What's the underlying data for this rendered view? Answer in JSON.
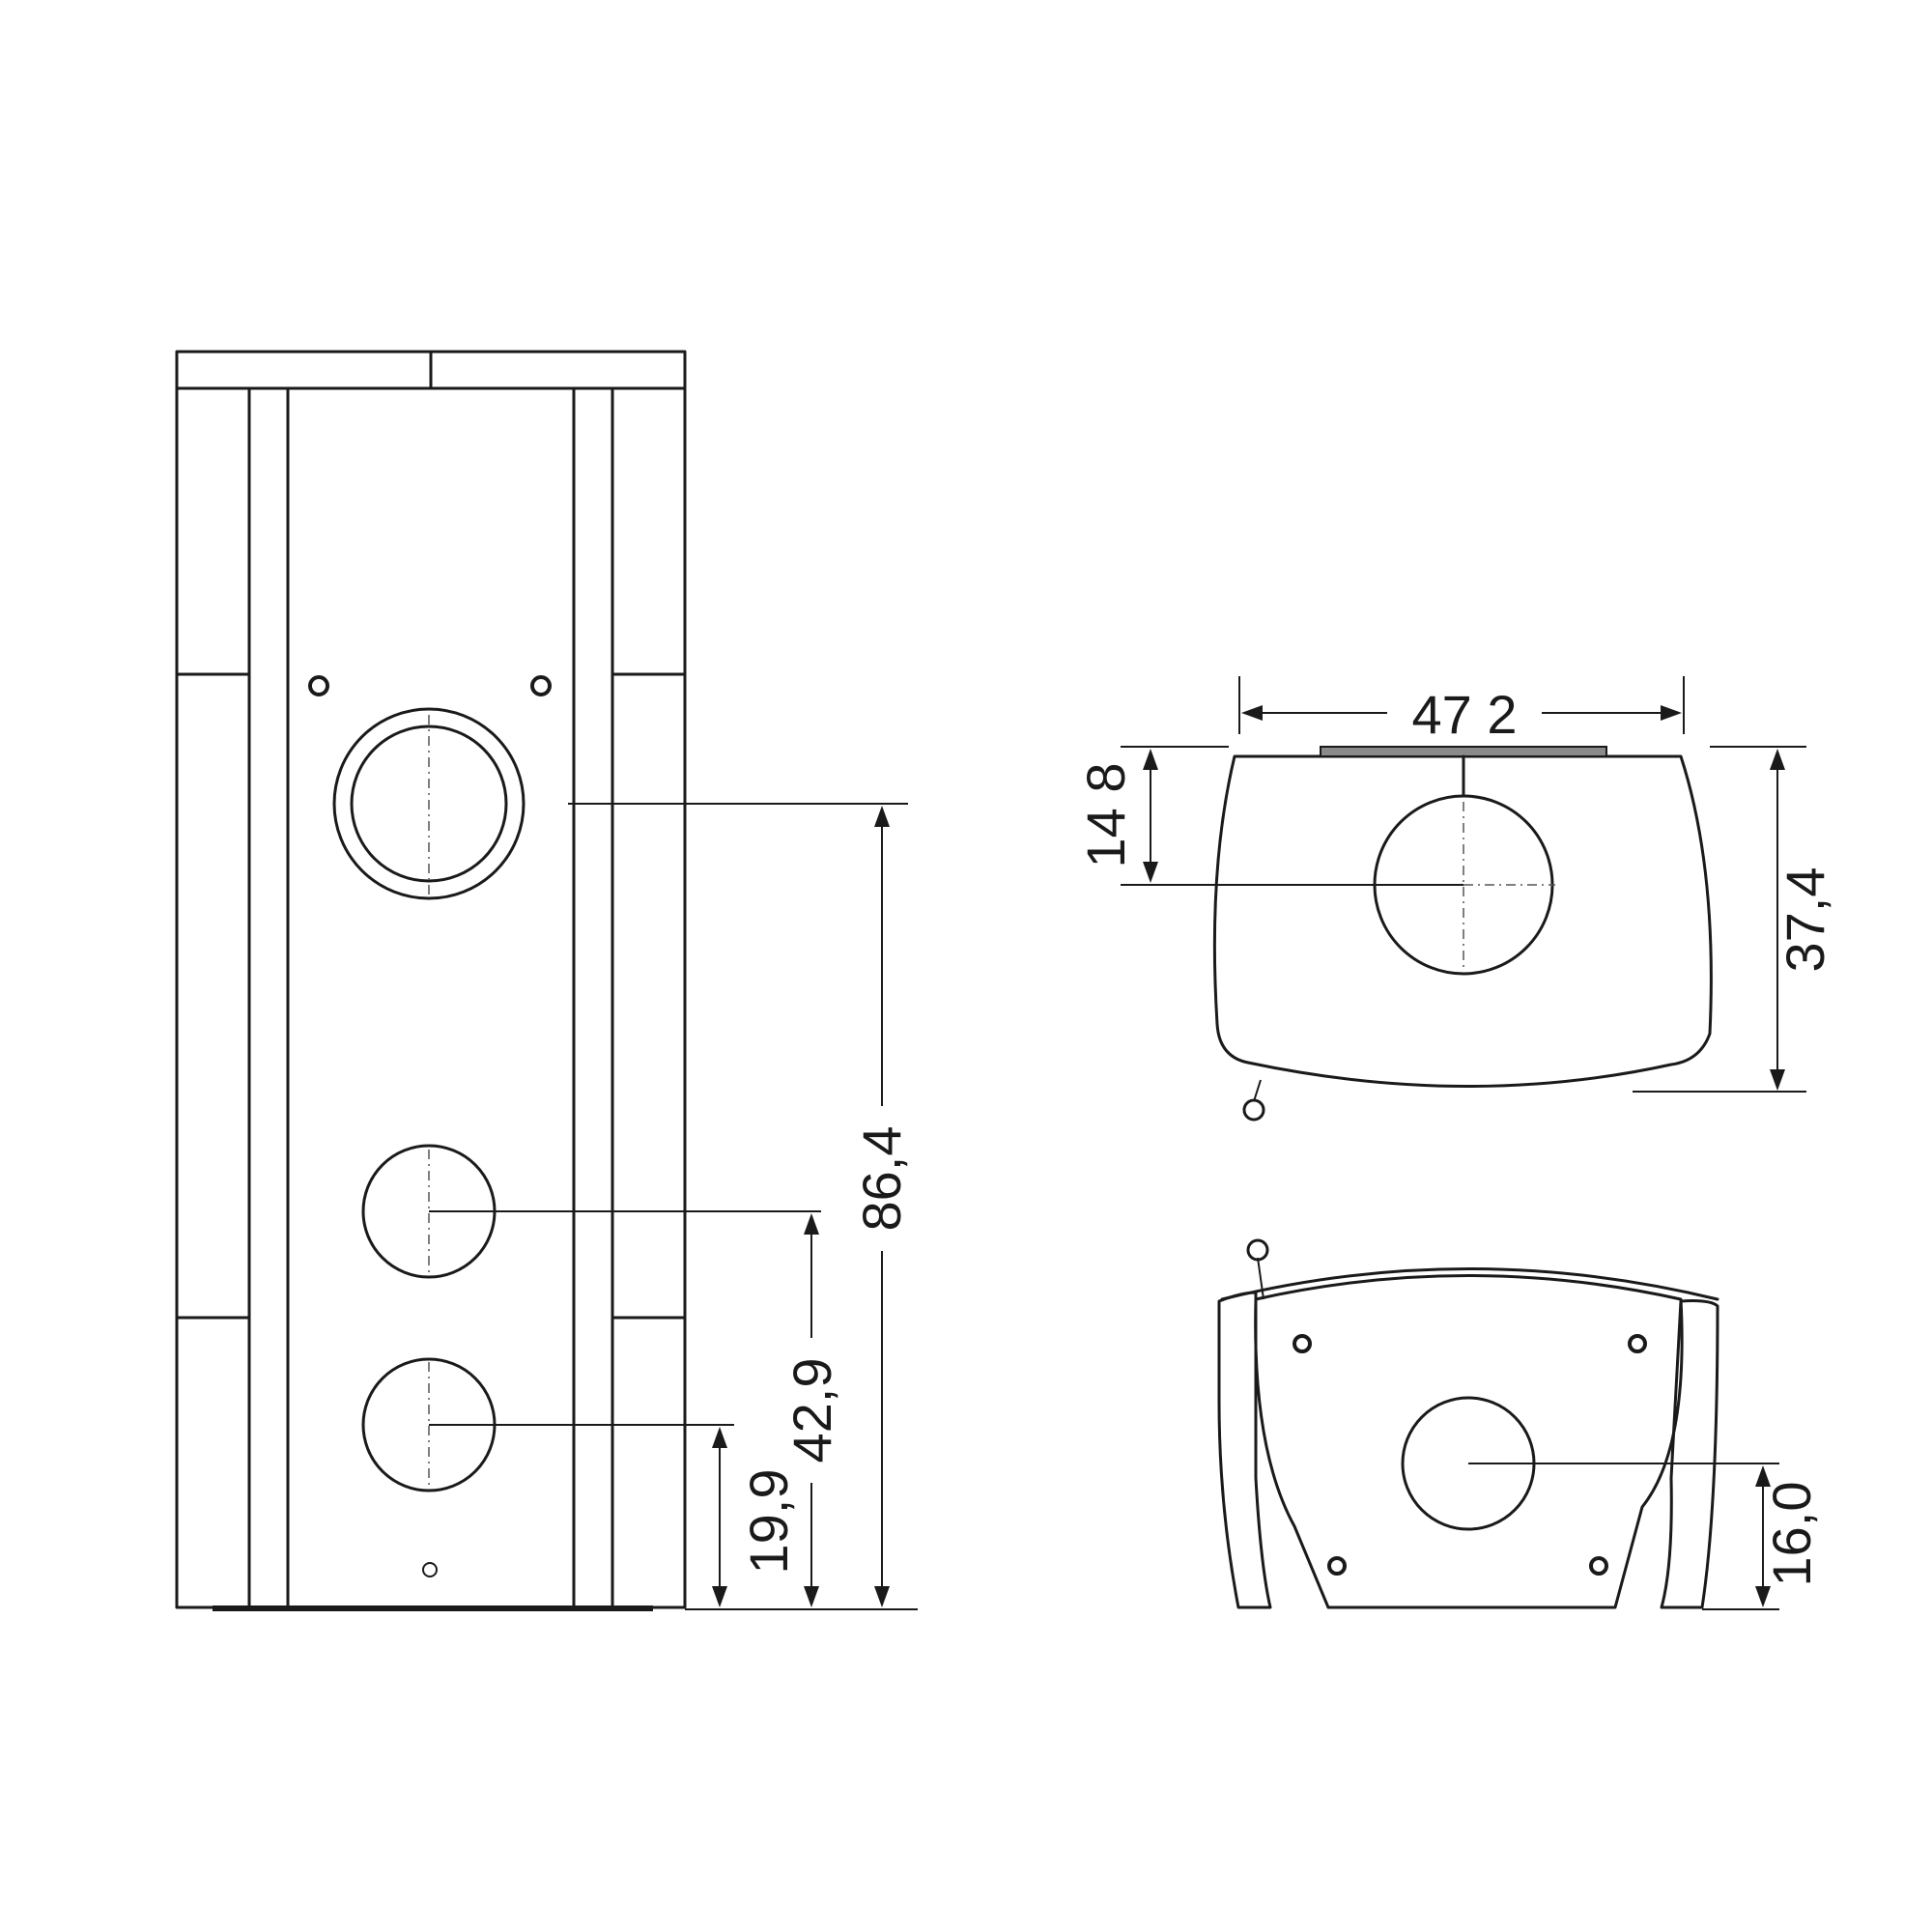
{
  "dimensions": {
    "height_total": "86,4",
    "height_middle_outlet": "42,9",
    "height_lower_outlet": "19,9",
    "width_top": "47 2",
    "depth_top": "37,4",
    "offset_top": "14 8",
    "height_rear_outlet": "16,0"
  },
  "colors": {
    "line": "#1a1a1a",
    "accent_bar": "#8a8a8a"
  }
}
